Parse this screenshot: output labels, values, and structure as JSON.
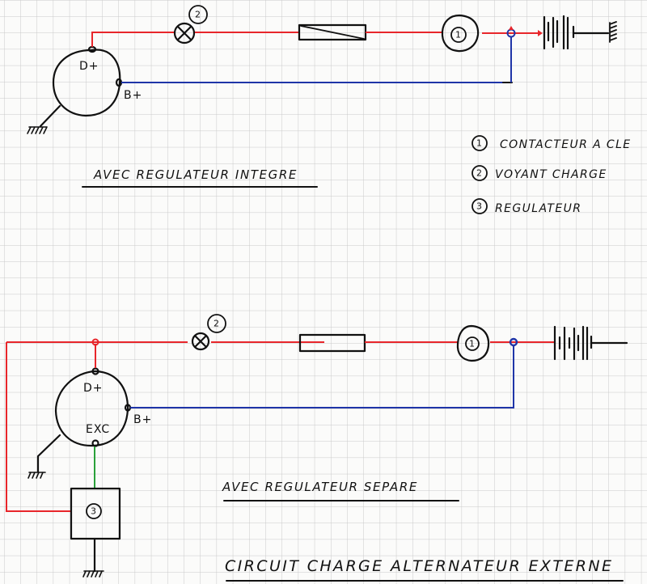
{
  "diagram": {
    "main_title": "CIRCUIT CHARGE ALTERNATEUR EXTERNE",
    "colors": {
      "paper": "#fbfbfa",
      "grid": "#c9c9c9",
      "ink": "#111111",
      "charge_wire": "#e8262b",
      "battery_wire": "#1f35a8",
      "excitation_wire": "#2aa13a"
    },
    "top_circuit": {
      "caption": "AVEC REGULATEUR INTEGRE",
      "alternator": {
        "terminals": [
          "D+",
          "B+"
        ]
      },
      "lamp_number": "2",
      "key_switch_number": "1"
    },
    "bottom_circuit": {
      "caption": "AVEC REGULATEUR SEPARE",
      "alternator": {
        "terminals": [
          "D+",
          "B+",
          "EXC"
        ]
      },
      "lamp_number": "2",
      "key_switch_number": "1",
      "regulator_number": "3"
    },
    "legend": [
      {
        "number": "1",
        "label": "CONTACTEUR A CLE"
      },
      {
        "number": "2",
        "label": "VOYANT CHARGE"
      },
      {
        "number": "3",
        "label": "REGULATEUR"
      }
    ]
  }
}
